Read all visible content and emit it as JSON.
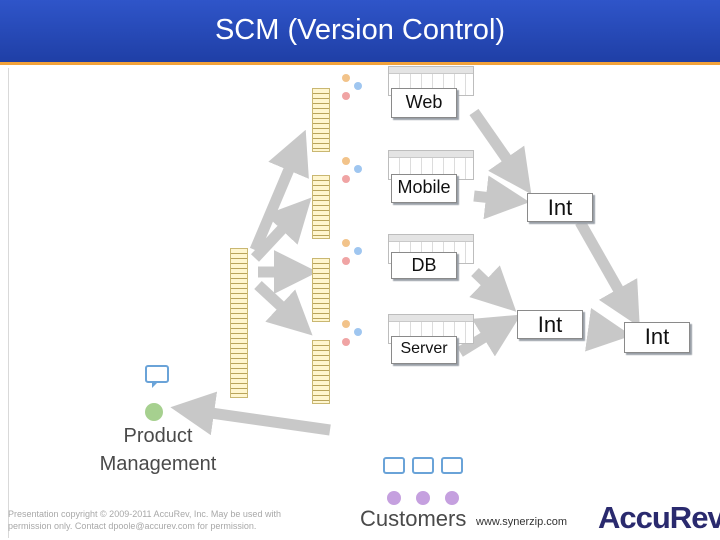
{
  "header": {
    "title": "SCM (Version Control)"
  },
  "streams": {
    "web": "Web",
    "mobile": "Mobile",
    "db": "DB",
    "server": "Server",
    "int_upper": "Int",
    "int_lower": "Int",
    "int_final": "Int"
  },
  "roles": {
    "product_management": [
      "Product",
      "Management"
    ],
    "customers": "Customers"
  },
  "footer": {
    "copyright_lines": [
      "Presentation copyright © 2009-2011 AccuRev, Inc. May be used with",
      "permission only. Contact dpoole@accurev.com for permission."
    ],
    "url": "www.synerzip.com",
    "logo": "AccuRev"
  },
  "colors": {
    "header": "#2548b8",
    "accent": "#f2a23a",
    "arrow": "#c8c8c8",
    "text_gray": "#4a4a4a"
  }
}
